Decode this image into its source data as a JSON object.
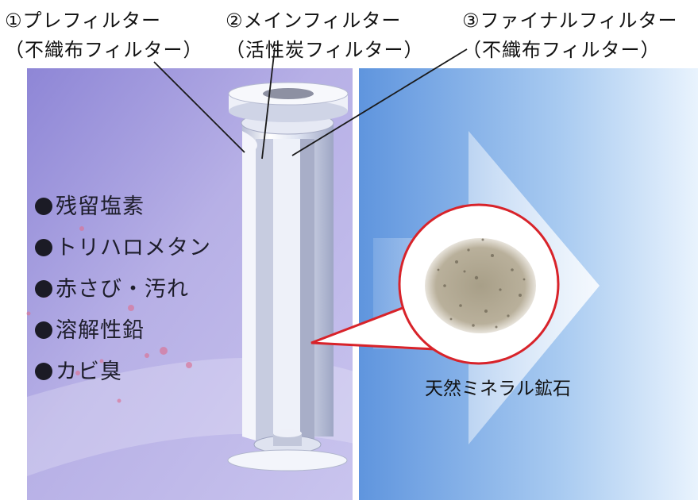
{
  "filters": [
    {
      "number": "①",
      "name": "プレフィルター",
      "material": "（不織布フィルター）"
    },
    {
      "number": "②",
      "name": "メインフィルター",
      "material": "（活性炭フィルター）"
    },
    {
      "number": "③",
      "name": "ファイナルフィルター",
      "material": "（不織布フィルター）"
    }
  ],
  "contaminants": [
    "残留塩素",
    "トリハロメタン",
    "赤さび・汚れ",
    "溶解性鉛",
    "カビ臭"
  ],
  "mineral_caption": "天然ミネラル鉱石",
  "colors": {
    "left_panel": "#9a8fd8",
    "right_panel": "#6d9fe0",
    "callout_ring": "#d8232a",
    "bullet": "#1b1b25"
  }
}
